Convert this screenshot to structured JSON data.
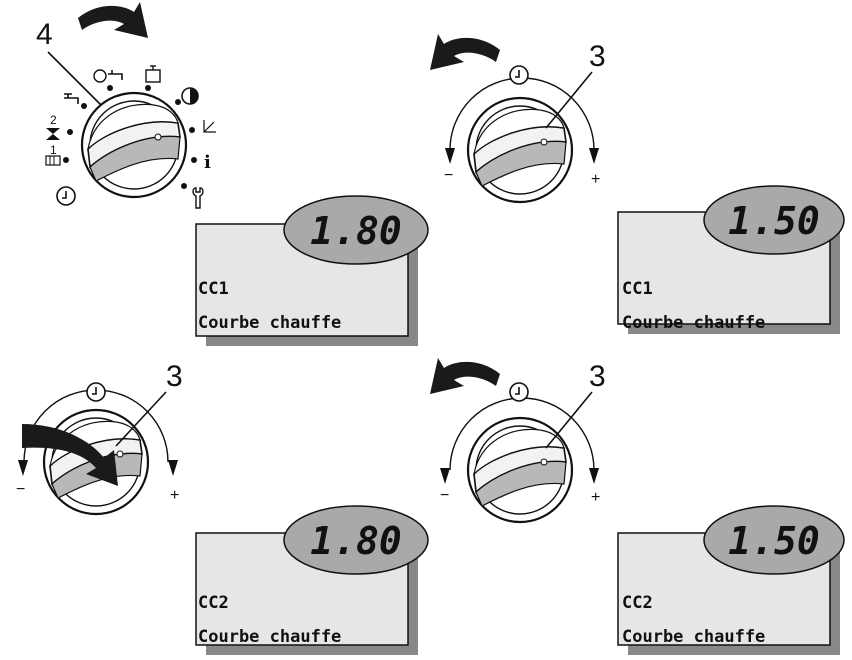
{
  "callouts": {
    "panel1": "4",
    "panel2": "3",
    "panel3": "3",
    "panel4": "3"
  },
  "dial_labels": {
    "minus": "−",
    "plus": "+",
    "one": "1",
    "two": "2",
    "info": "i"
  },
  "displays": [
    {
      "value": "1.80",
      "line1": "CC1",
      "line2": "Courbe chauffe"
    },
    {
      "value": "1.50",
      "line1": "CC1",
      "line2": "Courbe chauffe"
    },
    {
      "value": "1.80",
      "line1": "CC2",
      "line2": "Courbe chauffe"
    },
    {
      "value": "1.50",
      "line1": "CC2",
      "line2": "Courbe chauffe"
    }
  ],
  "colors": {
    "lcd_bg": "#e6e6e6",
    "lcd_shadow": "#888888",
    "lcd_oval": "#a9a9a9",
    "arrow": "#1a1a1a"
  }
}
